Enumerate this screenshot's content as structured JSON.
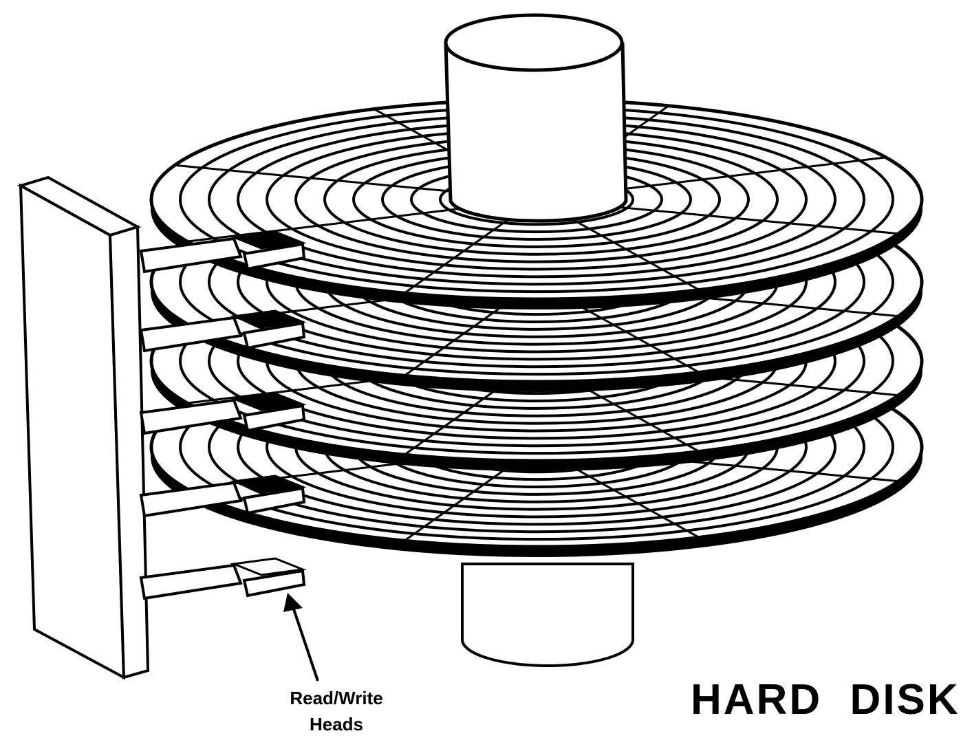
{
  "diagram": {
    "title": "HARD  DISK",
    "head_label_line1": "Read/Write",
    "head_label_line2": "Heads",
    "platter_count": 4,
    "track_count": 10,
    "sector_spokes": 8,
    "colors": {
      "ink": "#000000",
      "paper": "#ffffff"
    }
  }
}
